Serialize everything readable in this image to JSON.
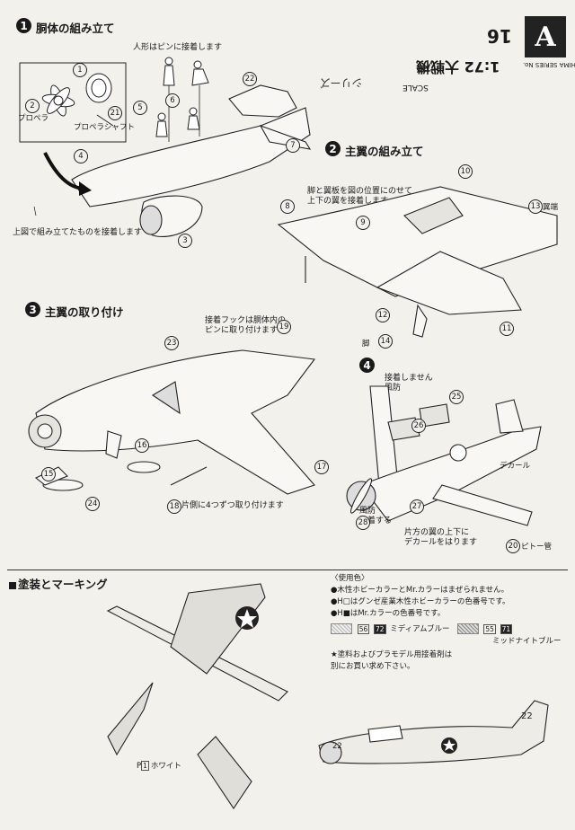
{
  "header": {
    "series_number": "16",
    "brand": "AOSHIMA SERIES No.",
    "scale": "1:72 大戦機",
    "scale_label": "SCALE",
    "series_name": "大戦機",
    "series_label": "シリーズ"
  },
  "step1": {
    "number": "1",
    "title": "胴体の組み立て",
    "note_figures": "人形はピンに接着します",
    "note_attach": "上図で組み立てたものを接着します",
    "propeller": "プロペラ",
    "propeller_shaft": "プロペラシャフト",
    "callouts": [
      "1",
      "2",
      "21",
      "5",
      "6",
      "22",
      "7",
      "4",
      "3"
    ]
  },
  "step2": {
    "number": "2",
    "title": "主翼の組み立て",
    "note": "脚と翼板を図の位置にのせて\n上下の翼を接着します。",
    "wing_tip": "翼端",
    "leg": "脚",
    "callouts": [
      "10",
      "13",
      "8",
      "9",
      "12",
      "11",
      "14"
    ]
  },
  "step3": {
    "number": "3",
    "title": "主翼の取り付け",
    "note_hook": "接着フックは胴体内の\nピンに取り付けます",
    "note_bomb": "片側に4つずつ取り付けます",
    "callouts": [
      "23",
      "19",
      "16",
      "15",
      "24",
      "18"
    ]
  },
  "step4": {
    "number": "4",
    "note_canopy": "接着しません\n風防",
    "note_windshield": "風防\n接着する",
    "decal": "デカール",
    "note_decal": "片方の翼の上下に\nデカールをはります",
    "pitot": "ピトー管",
    "callouts": [
      "25",
      "26",
      "17",
      "27",
      "28",
      "20"
    ]
  },
  "painting": {
    "title": "塗装とマーキング",
    "white_label": "ホワイト",
    "white_code": "1",
    "white_prefix": "P",
    "aircraft_number": "22",
    "usage_title": "〈使用色〉",
    "line1": "●木性ホビーカラーとMr.カラーはまぜられません。",
    "line2": "●H□はグンゼ産業木性ホビーカラーの色番号です。",
    "line3": "●H■はMr.カラーの色番号です。",
    "color1_h": "56",
    "color1_mr": "72",
    "color1_name": "ミディアムブルー",
    "color2_h": "55",
    "color2_mr": "71",
    "color2_name": "ミッドナイトブルー",
    "note": "★塗料およびプラモデル用接着剤は\n別にお買い求め下さい。"
  }
}
